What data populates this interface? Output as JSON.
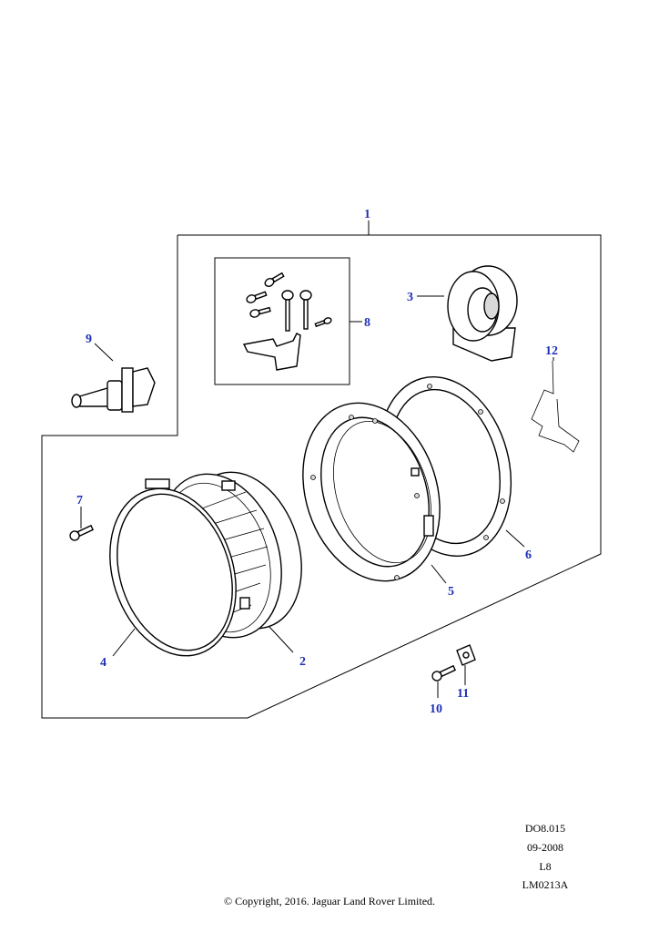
{
  "callouts": {
    "c1": "1",
    "c2": "2",
    "c3": "3",
    "c4": "4",
    "c5": "5",
    "c6": "6",
    "c7": "7",
    "c8": "8",
    "c9": "9",
    "c10": "10",
    "c11": "11",
    "c12": "12"
  },
  "reference": {
    "code": "DO8.015",
    "date": "09-2008",
    "level": "L8",
    "drawing": "LM0213A"
  },
  "copyright": "© Copyright, 2016. Jaguar Land Rover Limited.",
  "colors": {
    "callout": "#1f2fb5",
    "line": "#000000"
  }
}
